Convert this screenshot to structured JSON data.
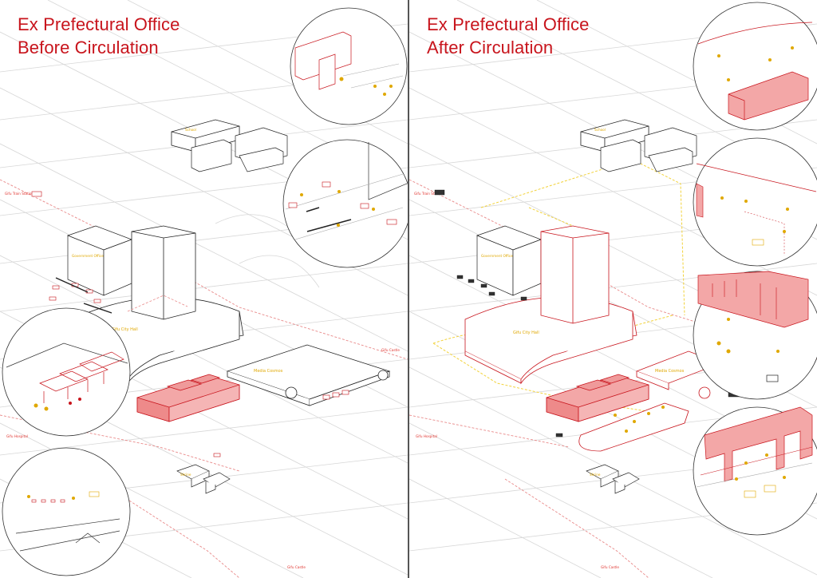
{
  "panels": [
    {
      "id": "before",
      "title_line1": "Ex Prefectural Office",
      "title_line2": "Before Circulation",
      "labels": {
        "school": "School",
        "government_office": "Government Office",
        "city_hall": "Gifu City Hall",
        "media_cosmos": "Media Cosmos",
        "shrine": "Shrine"
      },
      "streets": {
        "north_west": "Gifu Train Station",
        "east": "Gifu Castle",
        "west": "Gifu Hospital",
        "south": "Gifu Castle"
      }
    },
    {
      "id": "after",
      "title_line1": "Ex Prefectural Office",
      "title_line2": "After Circulation",
      "labels": {
        "school": "School",
        "government_office": "Government Office",
        "city_hall": "Gifu City Hall",
        "media_cosmos": "Media Cosmos",
        "shrine": "Shrine"
      },
      "streets": {
        "north_west": "Gifu Train Station",
        "west": "Gifu Hospital",
        "south": "Gifu Castle"
      }
    }
  ],
  "colors": {
    "accent_red": "#c8141c",
    "highlight_fill": "#f3a7a7",
    "people_yellow": "#e0a800",
    "circulation_yellow": "#f2d23a",
    "linework": "#222222",
    "street_grid": "#d7d7d7"
  }
}
